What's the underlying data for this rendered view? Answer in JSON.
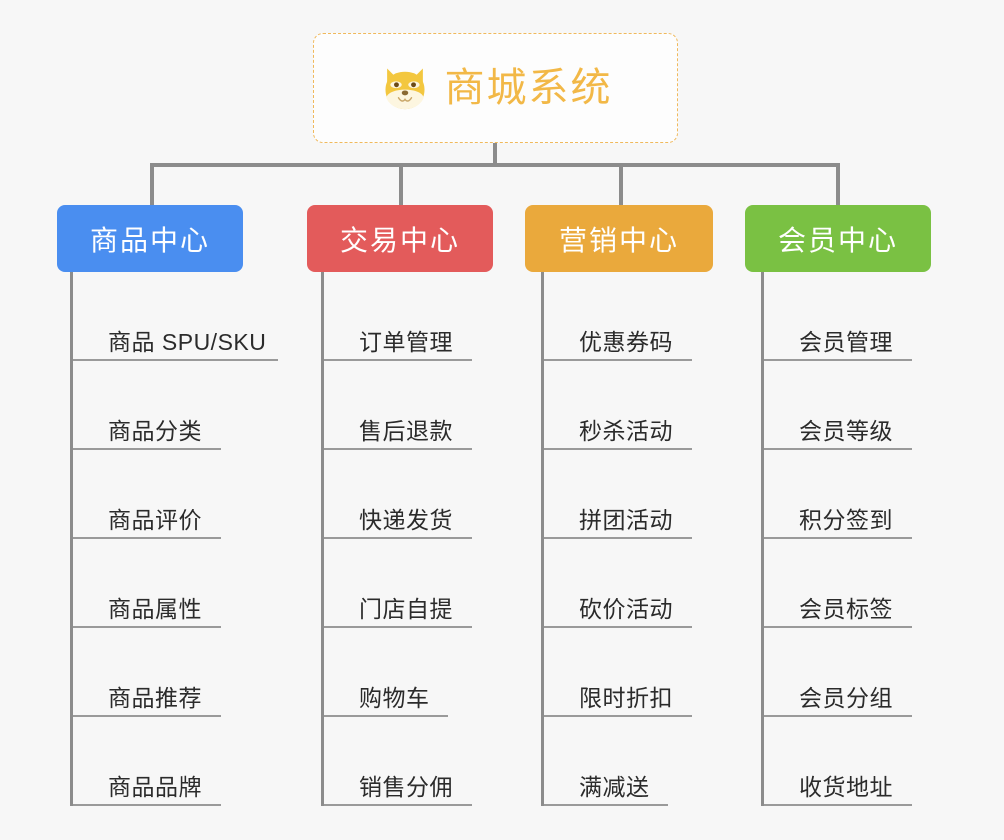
{
  "diagram": {
    "type": "org-chart",
    "background_color": "#f7f7f7",
    "connector_color": "#8c8c8c",
    "root": {
      "icon": "shiba-dog-face-icon",
      "title": "商城系统",
      "text_color": "#f2b847",
      "border_color": "#f0b95c",
      "border_style": "dashed",
      "background_color": "#fdfdfd"
    },
    "categories": [
      {
        "label": "商品中心",
        "color": "#4a8ef0",
        "text_color": "#ffffff",
        "items": [
          {
            "label": "商品 SPU/SKU",
            "underline_width": 205
          },
          {
            "label": "商品分类",
            "underline_width": 148
          },
          {
            "label": "商品评价",
            "underline_width": 148
          },
          {
            "label": "商品属性",
            "underline_width": 148
          },
          {
            "label": "商品推荐",
            "underline_width": 148
          },
          {
            "label": "商品品牌",
            "underline_width": 148
          }
        ]
      },
      {
        "label": "交易中心",
        "color": "#e35b5b",
        "text_color": "#ffffff",
        "items": [
          {
            "label": "订单管理",
            "underline_width": 148
          },
          {
            "label": "售后退款",
            "underline_width": 148
          },
          {
            "label": "快递发货",
            "underline_width": 148
          },
          {
            "label": "门店自提",
            "underline_width": 148
          },
          {
            "label": "购物车",
            "underline_width": 124
          },
          {
            "label": "销售分佣",
            "underline_width": 148
          }
        ]
      },
      {
        "label": "营销中心",
        "color": "#eaa93c",
        "text_color": "#ffffff",
        "items": [
          {
            "label": "优惠券码",
            "underline_width": 148
          },
          {
            "label": "秒杀活动",
            "underline_width": 148
          },
          {
            "label": "拼团活动",
            "underline_width": 148
          },
          {
            "label": "砍价活动",
            "underline_width": 148
          },
          {
            "label": "限时折扣",
            "underline_width": 148
          },
          {
            "label": "满减送",
            "underline_width": 124
          }
        ]
      },
      {
        "label": "会员中心",
        "color": "#7ac143",
        "text_color": "#ffffff",
        "items": [
          {
            "label": "会员管理",
            "underline_width": 148
          },
          {
            "label": "会员等级",
            "underline_width": 148
          },
          {
            "label": "积分签到",
            "underline_width": 148
          },
          {
            "label": "会员标签",
            "underline_width": 148
          },
          {
            "label": "会员分组",
            "underline_width": 148
          },
          {
            "label": "收货地址",
            "underline_width": 148
          }
        ]
      }
    ]
  }
}
